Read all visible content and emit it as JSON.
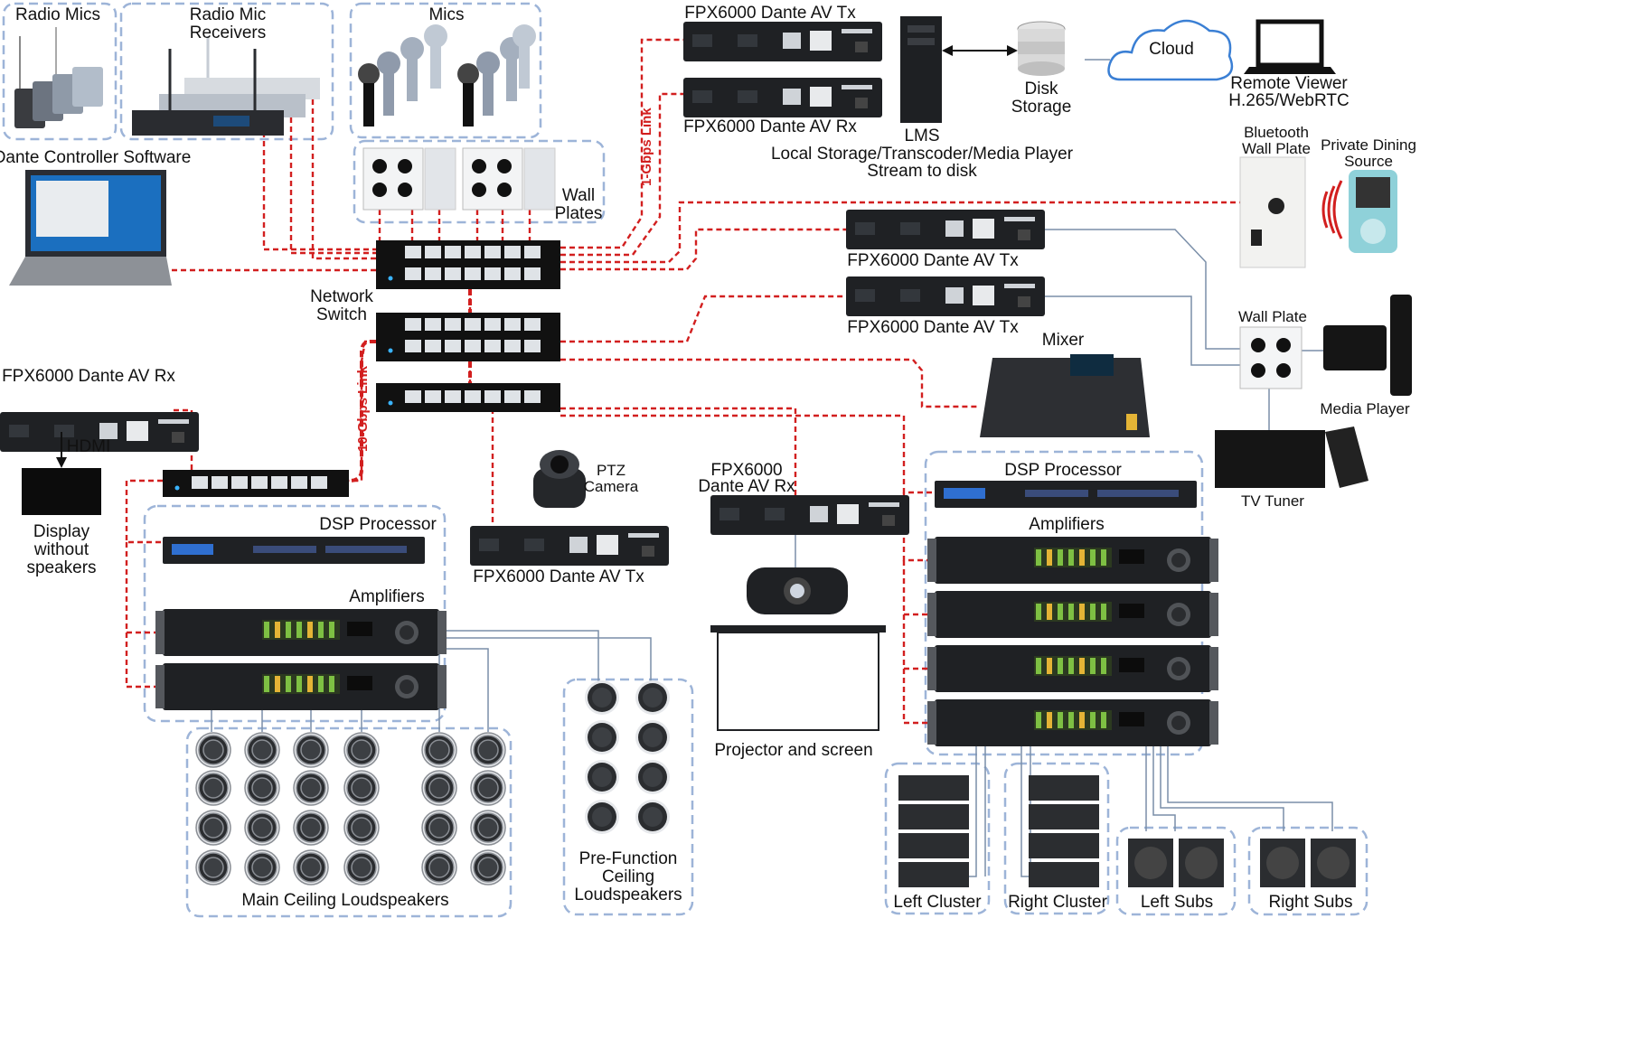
{
  "labels": {
    "radio_mics": "Radio Mics",
    "radio_mic_receivers_1": "Radio Mic",
    "radio_mic_receivers_2": "Receivers",
    "mics": "Mics",
    "wall_plates_1": "Wall",
    "wall_plates_2": "Plates",
    "dante_controller": "Dante Controller Software",
    "network_switch_1": "Network",
    "network_switch_2": "Switch",
    "link_1g": "1-Gbps Link",
    "link_10g": "10-Gbps Link",
    "fpx_tx_top": "FPX6000 Dante AV Tx",
    "fpx_rx_top": "FPX6000 Dante AV Rx",
    "lms_1": "LMS",
    "lms_2": "Local Storage/Transcoder/Media Player",
    "lms_3": "Stream to disk",
    "disk_storage_1": "Disk",
    "disk_storage_2": "Storage",
    "cloud": "Cloud",
    "remote_viewer_1": "Remote Viewer",
    "remote_viewer_2": "H.265/WebRTC",
    "bt_wall_plate_1": "Bluetooth",
    "bt_wall_plate_2": "Wall Plate",
    "private_dining_1": "Private Dining",
    "private_dining_2": "Source",
    "fpx_tx_mid1": "FPX6000 Dante AV Tx",
    "fpx_tx_mid2": "FPX6000 Dante AV Tx",
    "wall_plate": "Wall Plate",
    "media_player": "Media Player",
    "mixer": "Mixer",
    "tv_tuner": "TV Tuner",
    "fpx_rx_left": "FPX6000 Dante AV Rx",
    "hdmi": "HDMI",
    "display_1": "Display",
    "display_2": "without",
    "display_3": "speakers",
    "dsp_left": "DSP Processor",
    "amps_left": "Amplifiers",
    "ptz_1": "PTZ",
    "ptz_2": "Camera",
    "fpx_tx_ptz": "FPX6000 Dante AV Tx",
    "fpx_rx_proj_1": "FPX6000",
    "fpx_rx_proj_2": "Dante AV Rx",
    "projector": "Projector and screen",
    "dsp_right": "DSP Processor",
    "amps_right": "Amplifiers",
    "main_ceiling": "Main Ceiling Loudspeakers",
    "prefunction_1": "Pre-Function",
    "prefunction_2": "Ceiling",
    "prefunction_3": "Loudspeakers",
    "left_cluster": "Left Cluster",
    "right_cluster": "Right Cluster",
    "left_subs": "Left Subs",
    "right_subs": "Right Subs"
  },
  "colors": {
    "dante_link": "#d21f1f",
    "analog_link": "#7a8ea8",
    "group_border": "#9db4d8",
    "device_dark": "#1f2124"
  }
}
